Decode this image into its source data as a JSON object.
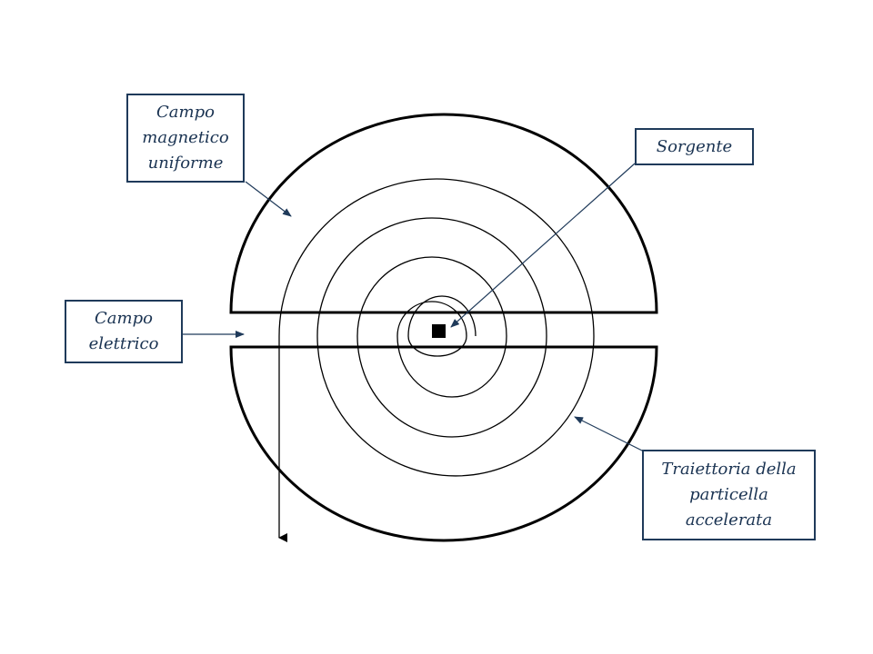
{
  "labels": {
    "magnetic_field": [
      "Campo",
      "magnetico",
      "uniforme"
    ],
    "electric_field": [
      "Campo",
      "elettrico"
    ],
    "source": [
      "Sorgente"
    ],
    "trajectory": [
      "Traiettoria della",
      "particella",
      "accelerata"
    ]
  },
  "colors": {
    "box_border": "#1f3a5a",
    "label_text": "#1a3352",
    "line": "#000000",
    "arrow": "#1f3a5a"
  }
}
